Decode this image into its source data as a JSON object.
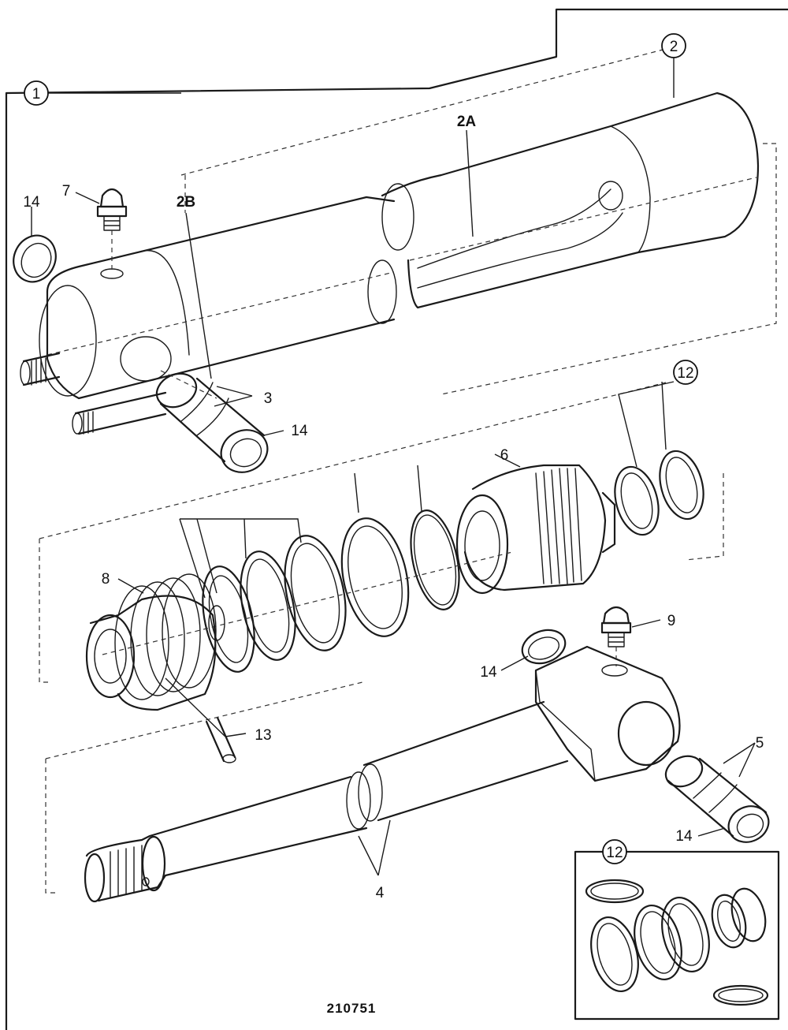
{
  "diagram": {
    "reference_number": "210751",
    "callouts": {
      "c1": "1",
      "c2": "2",
      "c2A": "2A",
      "c2B": "2B",
      "c3": "3",
      "c4": "4",
      "c5": "5",
      "c6": "6",
      "c7": "7",
      "c8": "8",
      "c9": "9",
      "c12a": "12",
      "c12b": "12",
      "c13": "13",
      "c14a": "14",
      "c14b": "14",
      "c14c": "14",
      "c14d": "14"
    }
  }
}
